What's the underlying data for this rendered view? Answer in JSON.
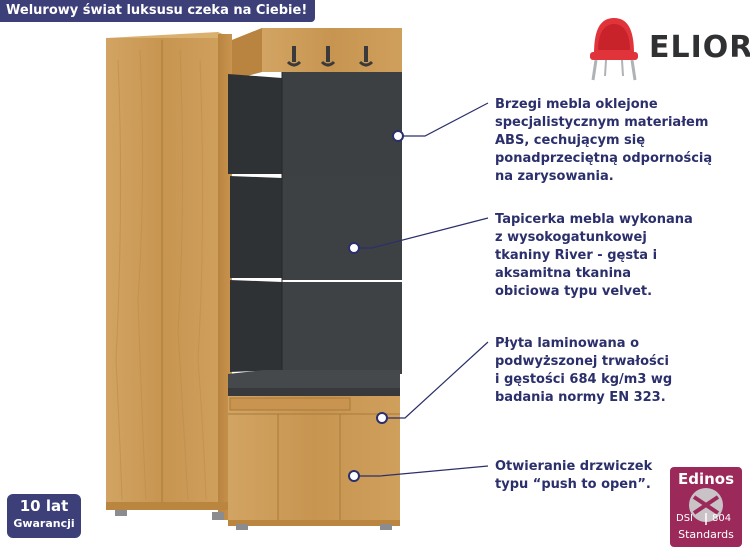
{
  "banner": {
    "text": "Welurowy świat luksusu czeka na Ciebie!"
  },
  "brand": {
    "name": "ELIOR"
  },
  "features": [
    {
      "text": "Brzegi mebla oklejone\nspecjalistycznym materiałem\nABS, cechującym się\nponadprzeciętną odpornością\nna zarysowania."
    },
    {
      "text": "Tapicerka mebla wykonana\nz wysokogatunkowej\ntkaniny River - gęsta i\naksamitna tkanina\nobiciowa typu velvet."
    },
    {
      "text": "Płyta laminowana o\npodwyższonej trwałości\ni gęstości 684 kg/m3 wg\nbadania normy EN 323."
    },
    {
      "text": "Otwieranie drzwiczek\ntypu “push to open”."
    }
  ],
  "warranty": {
    "line1": "10 lat",
    "line2": "Gwarancji"
  },
  "certificate": {
    "title": "Edinos",
    "dsi": "DSI",
    "number": "804",
    "standards": "Standards"
  },
  "colors": {
    "navy": "#3c3f78",
    "oak": "#c99a52",
    "upholstery": "#3d4043",
    "badge": "#9b2a5a",
    "chair": "#e0333a"
  },
  "icons": [
    "chair-icon",
    "coat-hook-icon",
    "callout-dot-icon"
  ]
}
